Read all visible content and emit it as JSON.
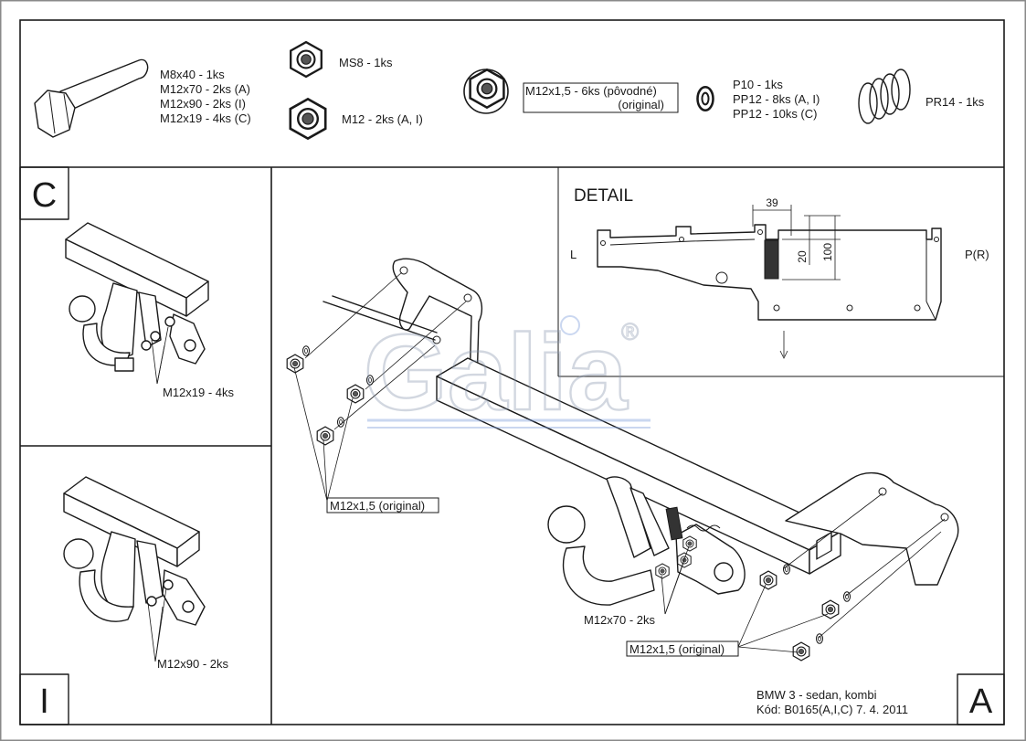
{
  "parts": {
    "bolt_lines": [
      "M8x40 - 1ks",
      "M12x70 - 2ks (A)",
      "M12x90 - 2ks (I)",
      "M12x19 - 4ks (C)"
    ],
    "ms8": "MS8 - 1ks",
    "m12": "M12 - 2ks (A, I)",
    "flange_nut_line1": "M12x1,5 - 6ks (pôvodné)",
    "flange_nut_line2": "(original)",
    "washer_lines": [
      "P10 - 1ks",
      "PP12 - 8ks (A, I)",
      "PP12 - 10ks (C)"
    ],
    "spring": "PR14 - 1ks"
  },
  "panel_c": {
    "letter": "C",
    "label": "M12x19 - 4ks"
  },
  "panel_i": {
    "letter": "I",
    "label": "M12x90 - 2ks"
  },
  "panel_a": {
    "letter": "A",
    "left_nut_label": "M12x1,5 (original)",
    "bolt_label": "M12x70 - 2ks",
    "right_nut_label": "M12x1,5 (original)"
  },
  "detail": {
    "title": "DETAIL",
    "left": "L",
    "right": "P(R)",
    "dim_width": "39",
    "dim_small": "20",
    "dim_large": "100"
  },
  "logo": {
    "text": "Galia",
    "mark": "®"
  },
  "footer": {
    "line1": "BMW 3 - sedan, kombi",
    "line2": "Kód: B0165(A,I,C)  7. 4. 2011"
  }
}
